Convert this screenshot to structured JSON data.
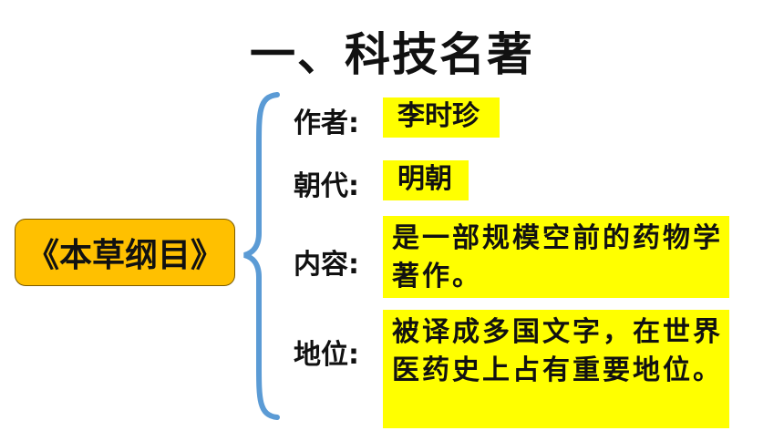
{
  "title": "一、科技名著",
  "book": "《本草纲目》",
  "fields": [
    {
      "label": "作者:",
      "value": "李时珍"
    },
    {
      "label": "朝代:",
      "value": "明朝"
    },
    {
      "label": "内容:",
      "value": "是一部规模空前的药物学著作。"
    },
    {
      "label": "地位:",
      "value": "被译成多国文字，在世界医药史上占有重要地位。"
    }
  ],
  "colors": {
    "book_fill": "#FFC000",
    "highlight": "#FFFF00",
    "brace": "#5B9BD5"
  }
}
